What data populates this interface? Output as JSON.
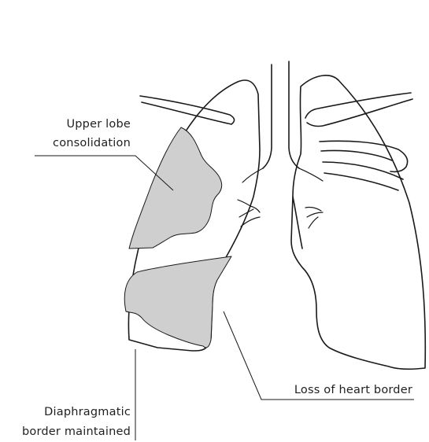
{
  "labels": {
    "upper_lobe_line1": "Upper lobe",
    "upper_lobe_line2": "consolidation",
    "heart_border": "Loss of heart border",
    "diaphragm_line1": "Diaphragmatic",
    "diaphragm_line2": "border maintained"
  },
  "colors": {
    "consolidation_fill": "#cfcfcf",
    "outline": "#1a1a1a"
  }
}
